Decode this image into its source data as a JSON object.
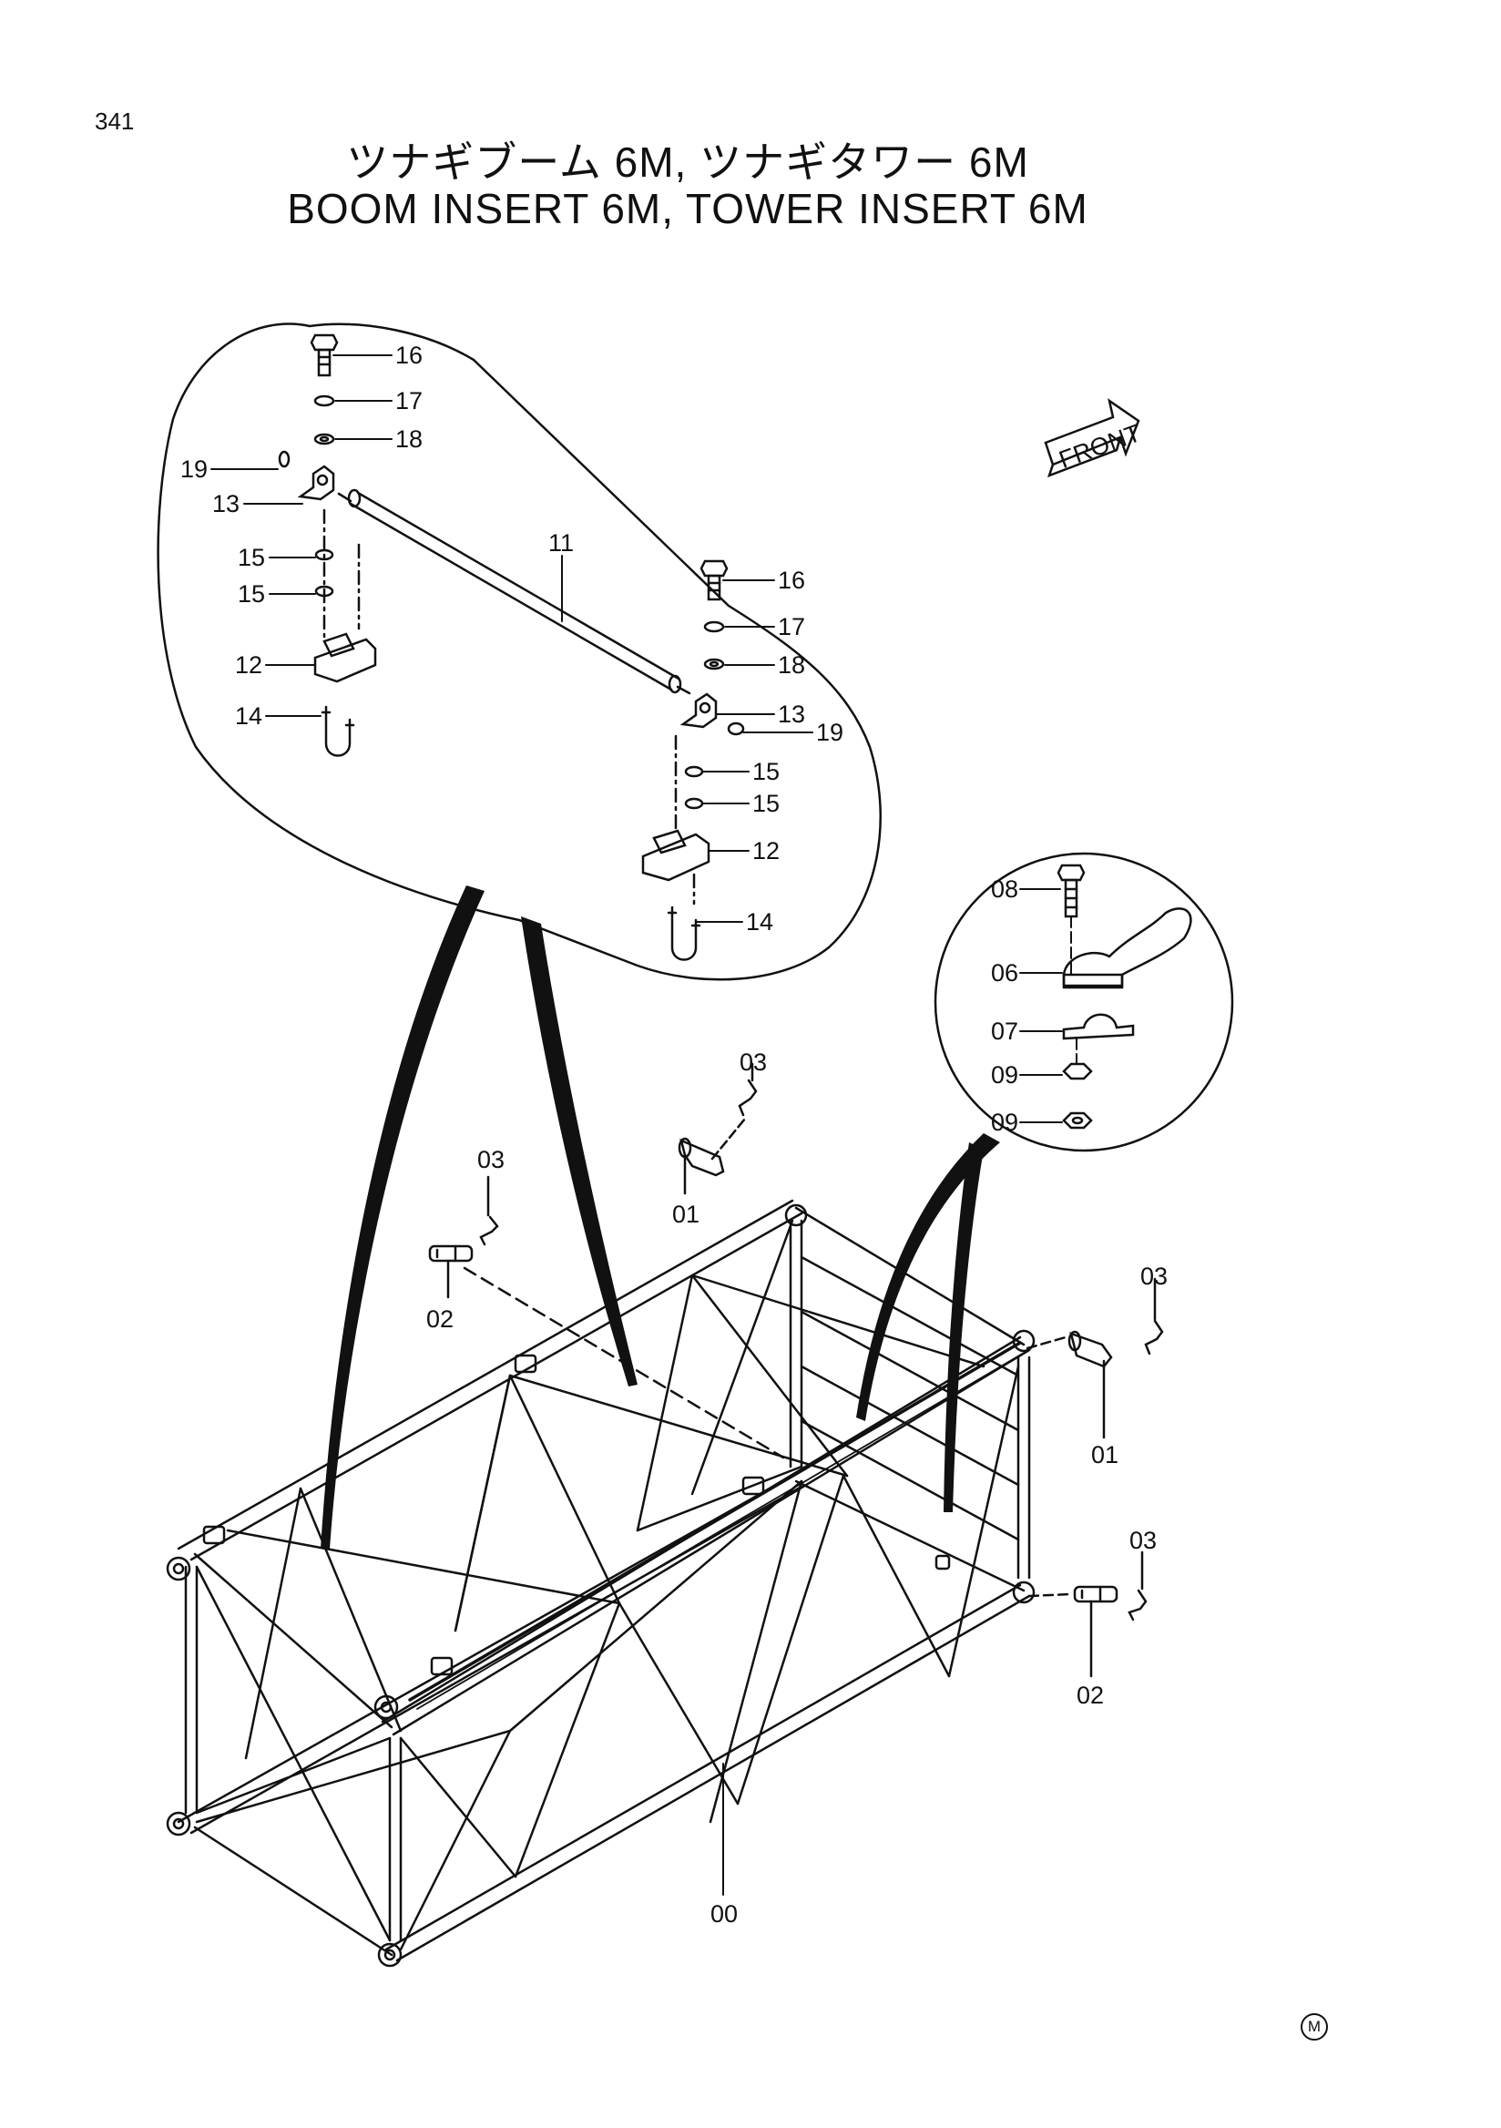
{
  "page": {
    "number": "341"
  },
  "title": {
    "japanese": "ツナギブーム 6M, ツナギタワー 6M",
    "english": "BOOM INSERT 6M, TOWER INSERT 6M"
  },
  "front_label": "FRONT",
  "callouts": {
    "c16a": "16",
    "c17a": "17",
    "c18a": "18",
    "c19a": "19",
    "c13a": "13",
    "c15a": "15",
    "c15b": "15",
    "c12a": "12",
    "c14a": "14",
    "c11": "11",
    "c16b": "16",
    "c17b": "17",
    "c18b": "18",
    "c13b": "13",
    "c19b": "19",
    "c15c": "15",
    "c15d": "15",
    "c12b": "12",
    "c14b": "14",
    "c08": "08",
    "c06": "06",
    "c07": "07",
    "c09a": "09",
    "c09b": "09",
    "c03a": "03",
    "c01a": "01",
    "c03b": "03",
    "c02a": "02",
    "c03c": "03",
    "c01b": "01",
    "c03d": "03",
    "c02b": "02",
    "c00": "00"
  },
  "corner_mark": "M"
}
